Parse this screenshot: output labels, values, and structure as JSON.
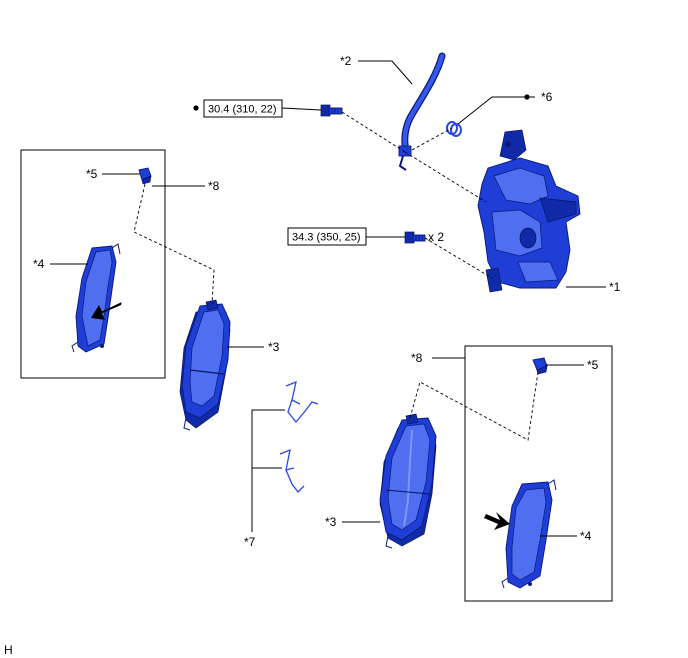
{
  "callouts": {
    "caliper": "*1",
    "hose": "*2",
    "pad_left": "*3",
    "pad_right": "*3",
    "shim_left": "*4",
    "shim_right": "*4",
    "wear_indicator_left": "*5",
    "wear_indicator_right": "*5",
    "gasket": "*6",
    "support_plate": "*7",
    "kit_left": "*8",
    "kit_right": "*8"
  },
  "torque": {
    "union_bolt": "30.4 (310, 22)",
    "mounting_bolt": "34.3 (350, 25)"
  },
  "quantity": {
    "mounting_bolt": "x 2"
  },
  "footer": {
    "corner_letter": "H"
  },
  "icons": {
    "replace_marker": "filled-dot-icon",
    "direction_arrow": "arrow-icon"
  },
  "colors": {
    "part_fill": "#1e3ed6",
    "part_outline": "#0a1a7a"
  }
}
